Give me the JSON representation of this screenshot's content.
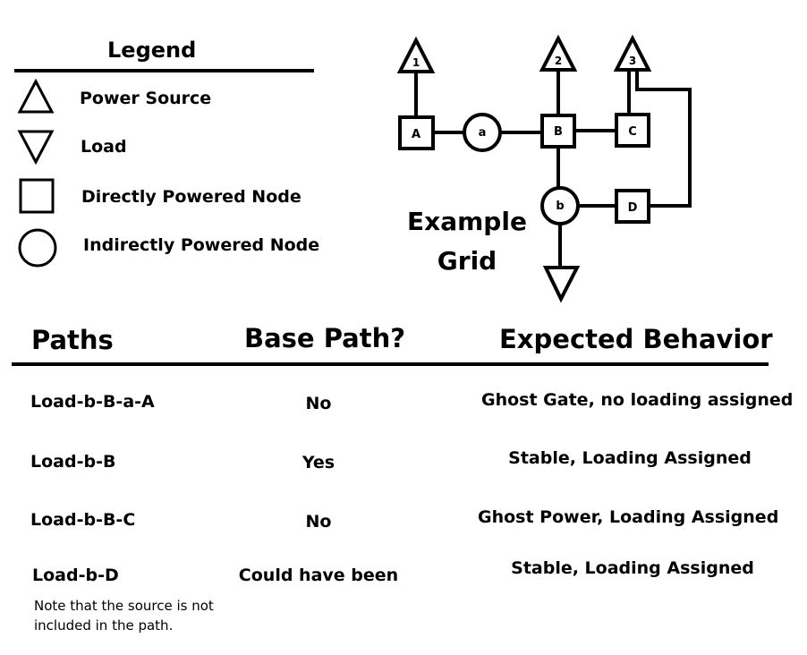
{
  "legend": {
    "title": "Legend",
    "items": [
      {
        "icon": "power-source-icon",
        "label": "Power Source"
      },
      {
        "icon": "load-icon",
        "label": "Load"
      },
      {
        "icon": "directly-powered-node-icon",
        "label": "Directly Powered Node"
      },
      {
        "icon": "indirectly-powered-node-icon",
        "label": "Indirectly Powered Node"
      }
    ]
  },
  "grid": {
    "title": "Example Grid",
    "sources": [
      "1",
      "2",
      "3"
    ],
    "square_nodes": [
      "A",
      "B",
      "C",
      "D"
    ],
    "circle_nodes": [
      "a",
      "b"
    ]
  },
  "table": {
    "headers": [
      "Paths",
      "Base Path?",
      "Expected Behavior"
    ],
    "rows": [
      {
        "path": "Load-b-B-a-A",
        "base": "No",
        "behavior": "Ghost Gate, no loading assigned"
      },
      {
        "path": "Load-b-B",
        "base": "Yes",
        "behavior": "Stable, Loading Assigned"
      },
      {
        "path": "Load-b-B-C",
        "base": "No",
        "behavior": "Ghost Power, Loading Assigned"
      },
      {
        "path": "Load-b-D",
        "base": "Could have been",
        "behavior": "Stable, Loading Assigned"
      }
    ],
    "note": "Note that the source is not\nincluded in the path."
  }
}
